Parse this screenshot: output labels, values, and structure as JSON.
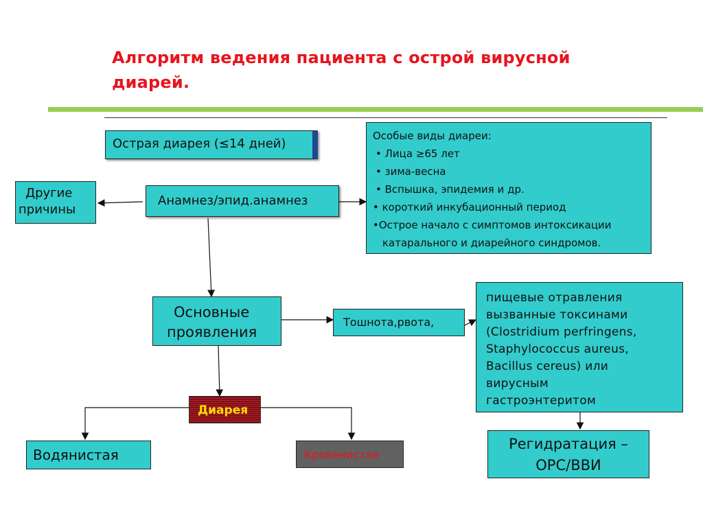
{
  "title": {
    "line1": "Алгоритм ведения пациента с острой вирусной",
    "line2": "диарей."
  },
  "boxes": {
    "acute": "Острая диарея (≤14 дней)",
    "other_causes_1": "Другие",
    "other_causes_2": "причины",
    "anamnesis": "Анамнез/эпид.анамнез",
    "special_title": "Особые виды диареи:",
    "special_items": [
      " • Лица ≥65 лет",
      " • зима-весна",
      " • Вспышка, эпидемия и др.",
      "• короткий инкубационный период",
      "•Острое начало с симптомов интоксикации",
      "  катарального и диарейного синдромов."
    ],
    "main_1": "Основные",
    "main_2": "проявления",
    "nausea": "Тошнота,рвота,",
    "food_lines": [
      "пищевые отравления",
      "вызванные токсинами",
      "(Clostridium perfringens,",
      "Staphylococcus aureus,",
      "Bacillus cereus) или",
      "вирусным",
      "гастроэнтеритом"
    ],
    "diarrhea": "Диарея",
    "watery": "Водянистая",
    "bloody": "Кровянистая",
    "rehydration_1": "Регидратация –",
    "rehydration_2": "ОРС/ВВИ"
  },
  "colors": {
    "title": "#e8141e",
    "box_fill": "#33cccc",
    "green_rule": "#99cc55",
    "diarrhea_fill": "#7a0e14",
    "diarrhea_text": "#ffdd00",
    "bloody_fill": "#616161",
    "bloody_text": "#e8141e"
  }
}
